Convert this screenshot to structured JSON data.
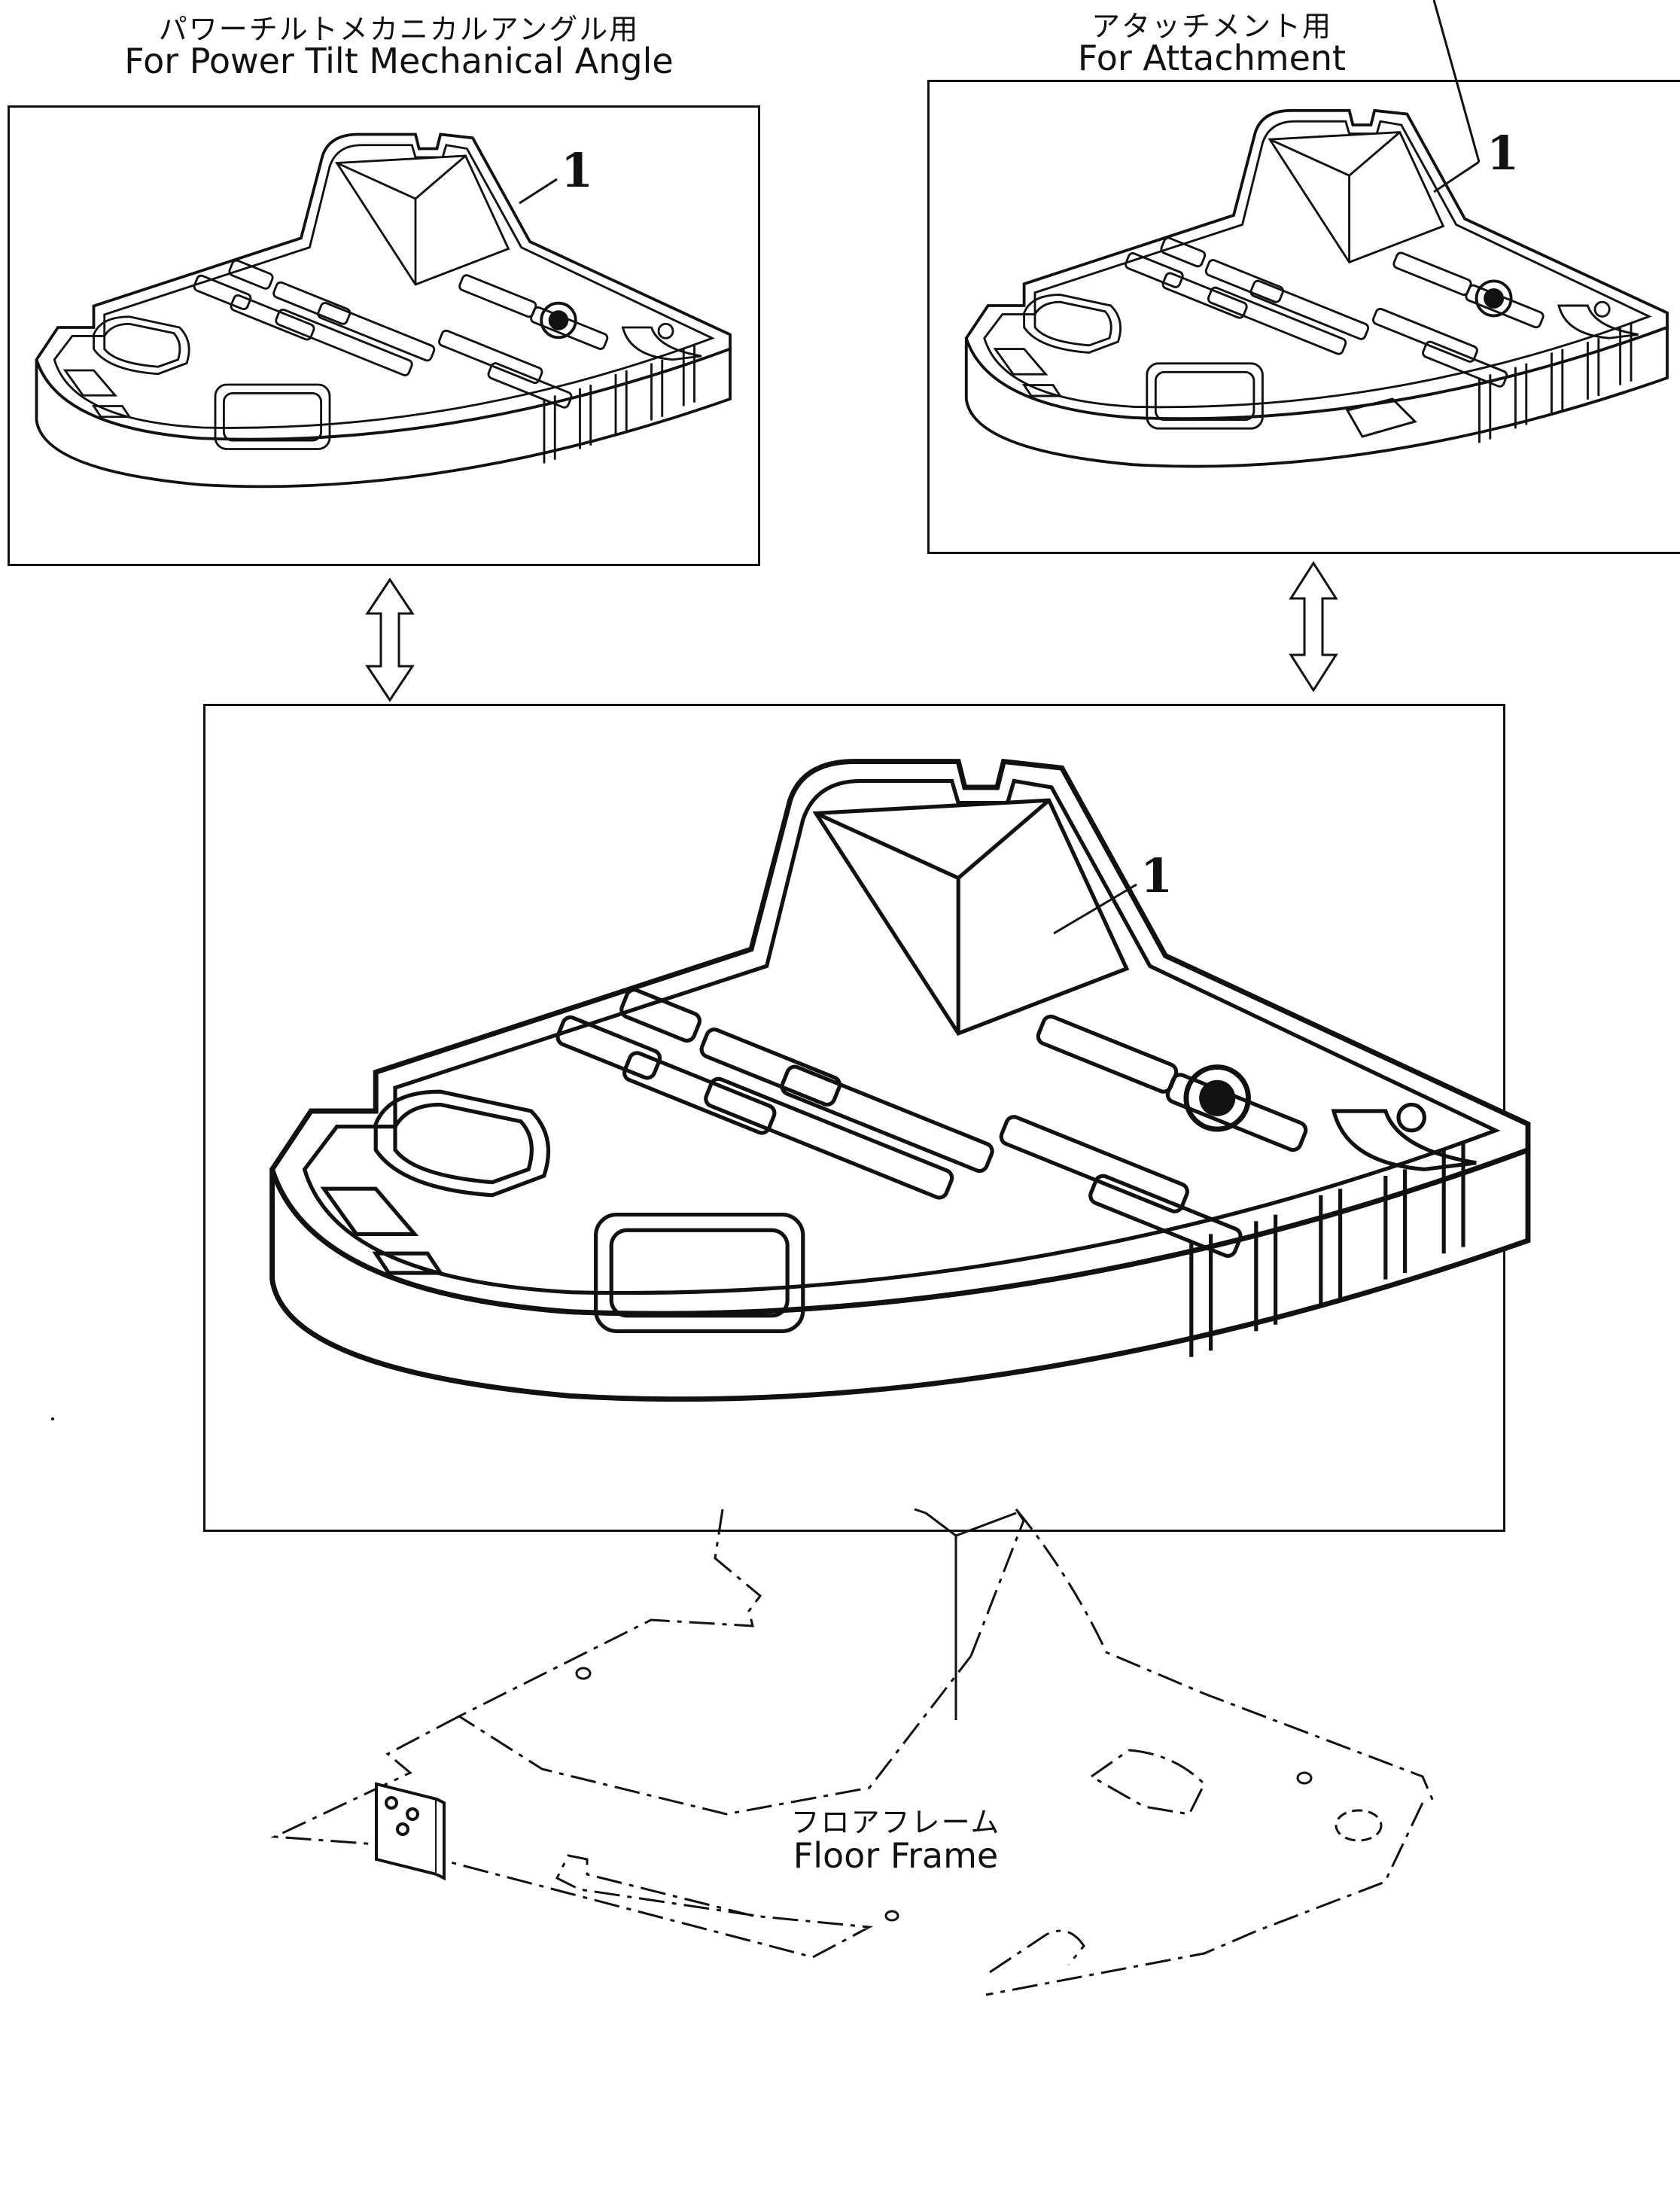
{
  "panels": {
    "top_left": {
      "title_jp": "パワーチルトメカニカルアングル用",
      "title_en": "For Power Tilt Mechanical Angle",
      "part_number": "1"
    },
    "top_right": {
      "title_jp": "アタッチメント用",
      "title_en": "For Attachment",
      "part_number": "1"
    },
    "center": {
      "part_number": "1"
    }
  },
  "floor_frame": {
    "label_jp": "フロアフレーム",
    "label_en": "Floor Frame"
  },
  "colors": {
    "line": "#111111",
    "background": "#ffffff"
  },
  "icons": [
    "double-arrow-icon"
  ]
}
